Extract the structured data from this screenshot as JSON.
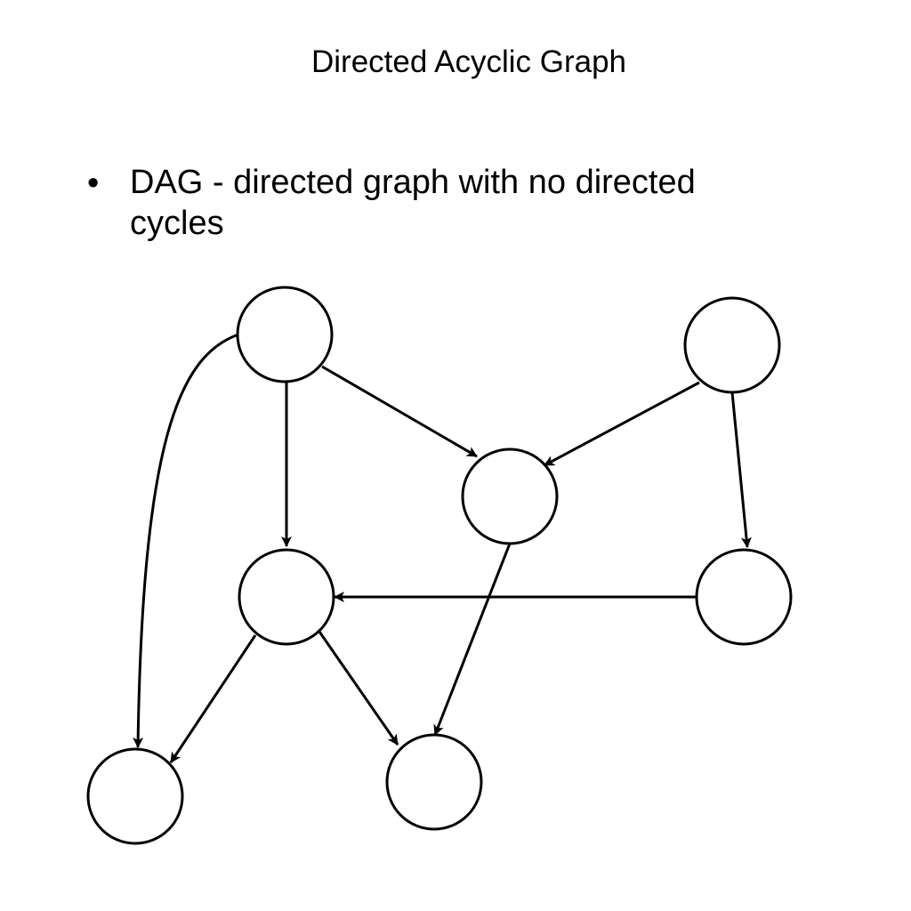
{
  "title": "Directed Acyclic Graph",
  "bullet": {
    "marker": "•",
    "text": "DAG - directed graph with no directed cycles"
  },
  "graph": {
    "nodes": [
      {
        "id": "n1",
        "label": ""
      },
      {
        "id": "n2",
        "label": ""
      },
      {
        "id": "n3",
        "label": ""
      },
      {
        "id": "n4",
        "label": ""
      },
      {
        "id": "n5",
        "label": ""
      },
      {
        "id": "n6",
        "label": ""
      },
      {
        "id": "n7",
        "label": ""
      }
    ],
    "edges": [
      {
        "from": "n1",
        "to": "n3"
      },
      {
        "from": "n1",
        "to": "n4"
      },
      {
        "from": "n1",
        "to": "n6"
      },
      {
        "from": "n2",
        "to": "n3"
      },
      {
        "from": "n2",
        "to": "n5"
      },
      {
        "from": "n5",
        "to": "n4"
      },
      {
        "from": "n3",
        "to": "n7"
      },
      {
        "from": "n4",
        "to": "n6"
      },
      {
        "from": "n4",
        "to": "n7"
      }
    ],
    "colors": {
      "stroke": "#000000",
      "fill": "#ffffff"
    }
  }
}
